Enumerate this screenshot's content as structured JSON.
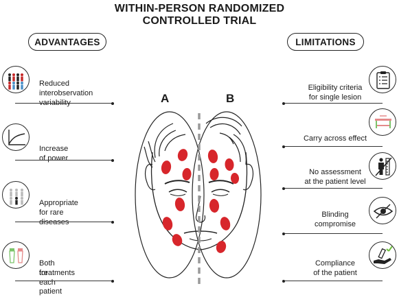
{
  "title": {
    "line1": "WITHIN-PERSON RANDOMIZED",
    "line2": "CONTROLLED TRIAL"
  },
  "advantages": {
    "heading": "ADVANTAGES",
    "items": [
      {
        "icon": "people-group-icon",
        "line1": "Reduced",
        "line2": "interobservation variability"
      },
      {
        "icon": "power-curve-icon",
        "line1": "Increase of power",
        "line2": ""
      },
      {
        "icon": "grey-people-icon",
        "line1": "Appropriate",
        "line2": "for rare diseases"
      },
      {
        "icon": "two-tubes-icon",
        "line1": "Both treatments",
        "line2": "for each patient"
      }
    ]
  },
  "limitations": {
    "heading": "LIMITATIONS",
    "items": [
      {
        "icon": "clipboard-checklist-icon",
        "line1": "Eligibility criteria",
        "line2": "for single lesion"
      },
      {
        "icon": "table-carry-icon",
        "line1": "Carry across effect",
        "line2": ""
      },
      {
        "icon": "crossed-person-icon",
        "line1": "No assessment",
        "line2": "at the patient level"
      },
      {
        "icon": "crossed-eye-icon",
        "line1": "Blinding",
        "line2": "compromise"
      },
      {
        "icon": "hand-tube-icon",
        "line1": "Compliance",
        "line2": "of the patient"
      }
    ]
  },
  "face": {
    "label_a": "A",
    "label_b": "B"
  },
  "colors": {
    "lesion": "#d7262b",
    "divider": "#9a9a9a",
    "person_red": "#c62828",
    "person_blue": "#4a90c8",
    "person_grey": "#b9b9b9",
    "check_green": "#6cbf3c",
    "tube_green": "#7cc46a",
    "tube_pink": "#e58a8a"
  }
}
